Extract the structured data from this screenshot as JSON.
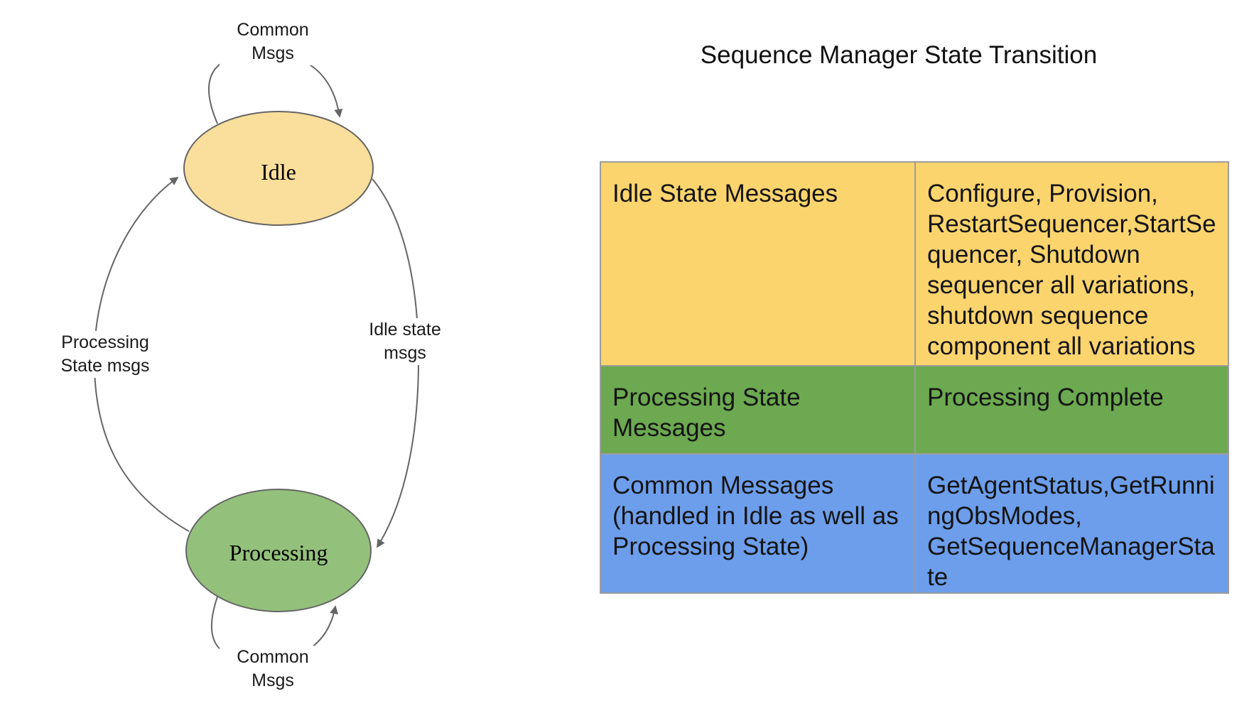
{
  "slide": {
    "title": "Sequence Manager State Transition"
  },
  "diagram": {
    "states": {
      "idle": {
        "label": "Idle",
        "fill": "#FADE9B"
      },
      "processing": {
        "label": "Processing",
        "fill": "#93C17B"
      }
    },
    "stroke_color": "#656565",
    "edges": {
      "idle_self_loop_label": "Common\nMsgs",
      "processing_self_loop_label": "Common\nMsgs",
      "processing_to_idle_label": "Processing\nState msgs",
      "idle_to_processing_label": "Idle state\nmsgs"
    }
  },
  "table": {
    "border_color": "#9c9c9c",
    "rows": [
      {
        "key": "idle",
        "color": "#FCD46E",
        "left": "Idle State Messages",
        "right": "Configure, Provision, RestartSequencer,StartSequencer, Shutdown sequencer all variations, shutdown sequence component all variations"
      },
      {
        "key": "processing",
        "color": "#6CA950",
        "left": "Processing State Messages",
        "right": "Processing Complete"
      },
      {
        "key": "common",
        "color": "#6D9EEB",
        "left": "Common Messages (handled in Idle as well as Processing State)",
        "right": "GetAgentStatus,GetRunningObsModes, GetSequenceManagerState"
      }
    ]
  }
}
